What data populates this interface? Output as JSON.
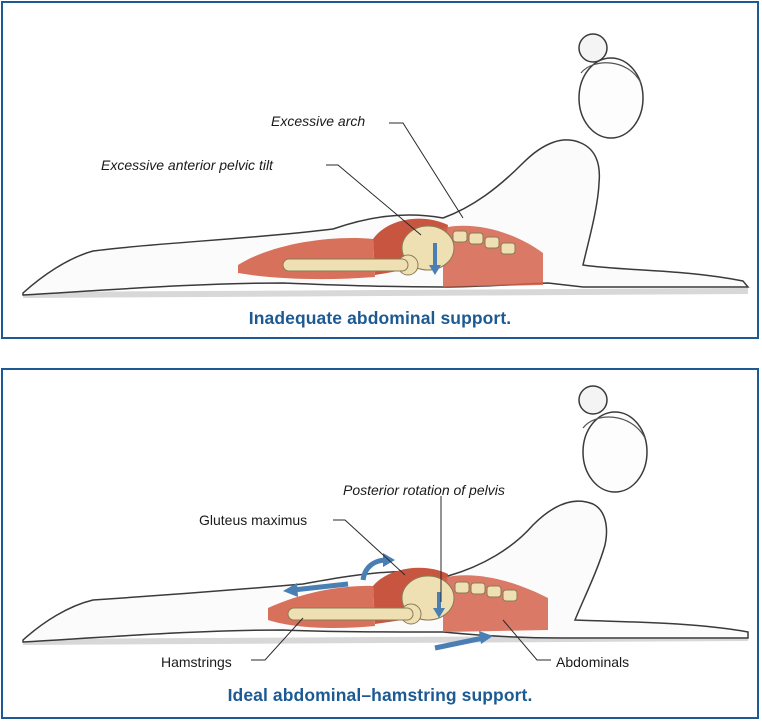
{
  "panels": [
    {
      "caption": "Inadequate abdominal support.",
      "labels": {
        "excessive_arch": "Excessive arch",
        "excessive_tilt": "Excessive anterior pelvic tilt"
      }
    },
    {
      "caption": "Ideal abdominal–hamstring support.",
      "labels": {
        "posterior_rotation": "Posterior rotation of pelvis",
        "gluteus": "Gluteus maximus",
        "hamstrings": "Hamstrings",
        "abdominals": "Abdominals"
      }
    }
  ],
  "colors": {
    "frame": "#1d5a93",
    "caption": "#1d5a93",
    "muscle": "#d4624a",
    "bone": "#efe0b4",
    "arrow": "#4a7fb3",
    "outline": "#3a3a3a"
  }
}
